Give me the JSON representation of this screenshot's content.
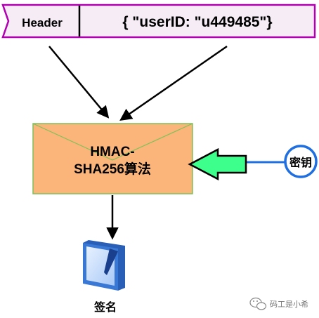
{
  "header_box": {
    "label": "Header",
    "payload": "{ \"userID:  \"u449485\"}"
  },
  "algorithm_box": {
    "line1": "HMAC-",
    "line2": "SHA256算法"
  },
  "key_node": {
    "label": "密钥"
  },
  "signature_node": {
    "label": "签名"
  },
  "watermark": {
    "text": "码工是小希"
  },
  "colors": {
    "header_border": "#b000b0",
    "header_fill": "#f6ecf6",
    "algorithm_fill": "#fbb57a",
    "algorithm_border": "#7fc15a",
    "key_stroke": "#1f6fe0",
    "green_arrow": "#3dff8c",
    "signature_icon": "#3a78d6"
  }
}
